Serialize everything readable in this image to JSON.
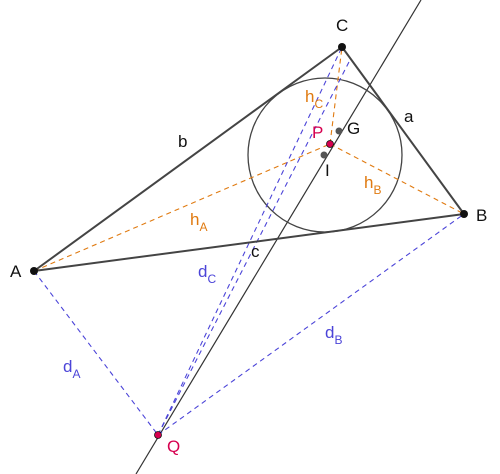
{
  "colors": {
    "triangle": "#444444",
    "line": "#333333",
    "orange": "#e07a10",
    "blue": "#4b44d8",
    "point_red": "#d6004f",
    "point_black": "#111111",
    "label_black": "#111111"
  },
  "labels": {
    "A": "A",
    "B": "B",
    "C": "C",
    "a": "a",
    "b": "b",
    "c": "c",
    "P": "P",
    "G": "G",
    "I": "I",
    "Q": "Q",
    "hA": {
      "main": "h",
      "sub": "A"
    },
    "hB": {
      "main": "h",
      "sub": "B"
    },
    "hC": {
      "main": "h",
      "sub": "C"
    },
    "dA": {
      "main": "d",
      "sub": "A"
    },
    "dB": {
      "main": "d",
      "sub": "B"
    },
    "dC": {
      "main": "d",
      "sub": "C"
    }
  }
}
